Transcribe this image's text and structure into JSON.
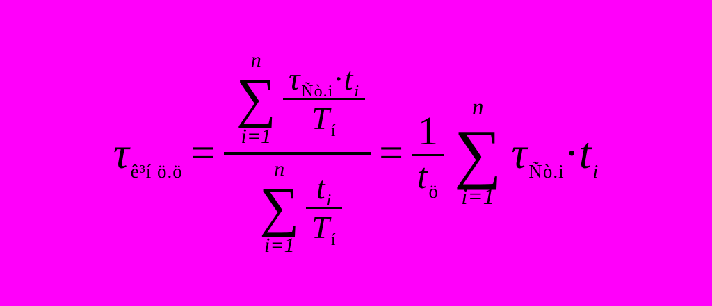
{
  "colors": {
    "background": "#ff00fa",
    "ink": "#000000"
  },
  "formula": {
    "lhs": {
      "base": "τ",
      "sub": "ê³í ö.ö"
    },
    "eq1": "=",
    "main_fraction": {
      "numerator": {
        "sum": {
          "upper": "n",
          "sigma": "∑",
          "lower": "i=1"
        },
        "fraction": {
          "numerator": {
            "tau": "τ",
            "tau_sub": "Ñò.i",
            "dot": "·",
            "t": "t",
            "t_sub": "i"
          },
          "denominator": {
            "T": "T",
            "T_sub": "í"
          }
        }
      },
      "denominator": {
        "sum": {
          "upper": "n",
          "sigma": "∑",
          "lower": "i=1"
        },
        "fraction": {
          "numerator": {
            "t": "t",
            "t_sub": "i"
          },
          "denominator": {
            "T": "T",
            "T_sub": "í"
          }
        }
      }
    },
    "eq2": "=",
    "coef_fraction": {
      "numerator": "1",
      "denominator": {
        "t": "t",
        "t_sub": "ö"
      }
    },
    "sum2": {
      "upper": "n",
      "sigma": "∑",
      "lower": "i=1"
    },
    "tail": {
      "tau": "τ",
      "tau_sub": "Ñò.i",
      "dot": "·",
      "t": "t",
      "t_sub": "i"
    }
  }
}
